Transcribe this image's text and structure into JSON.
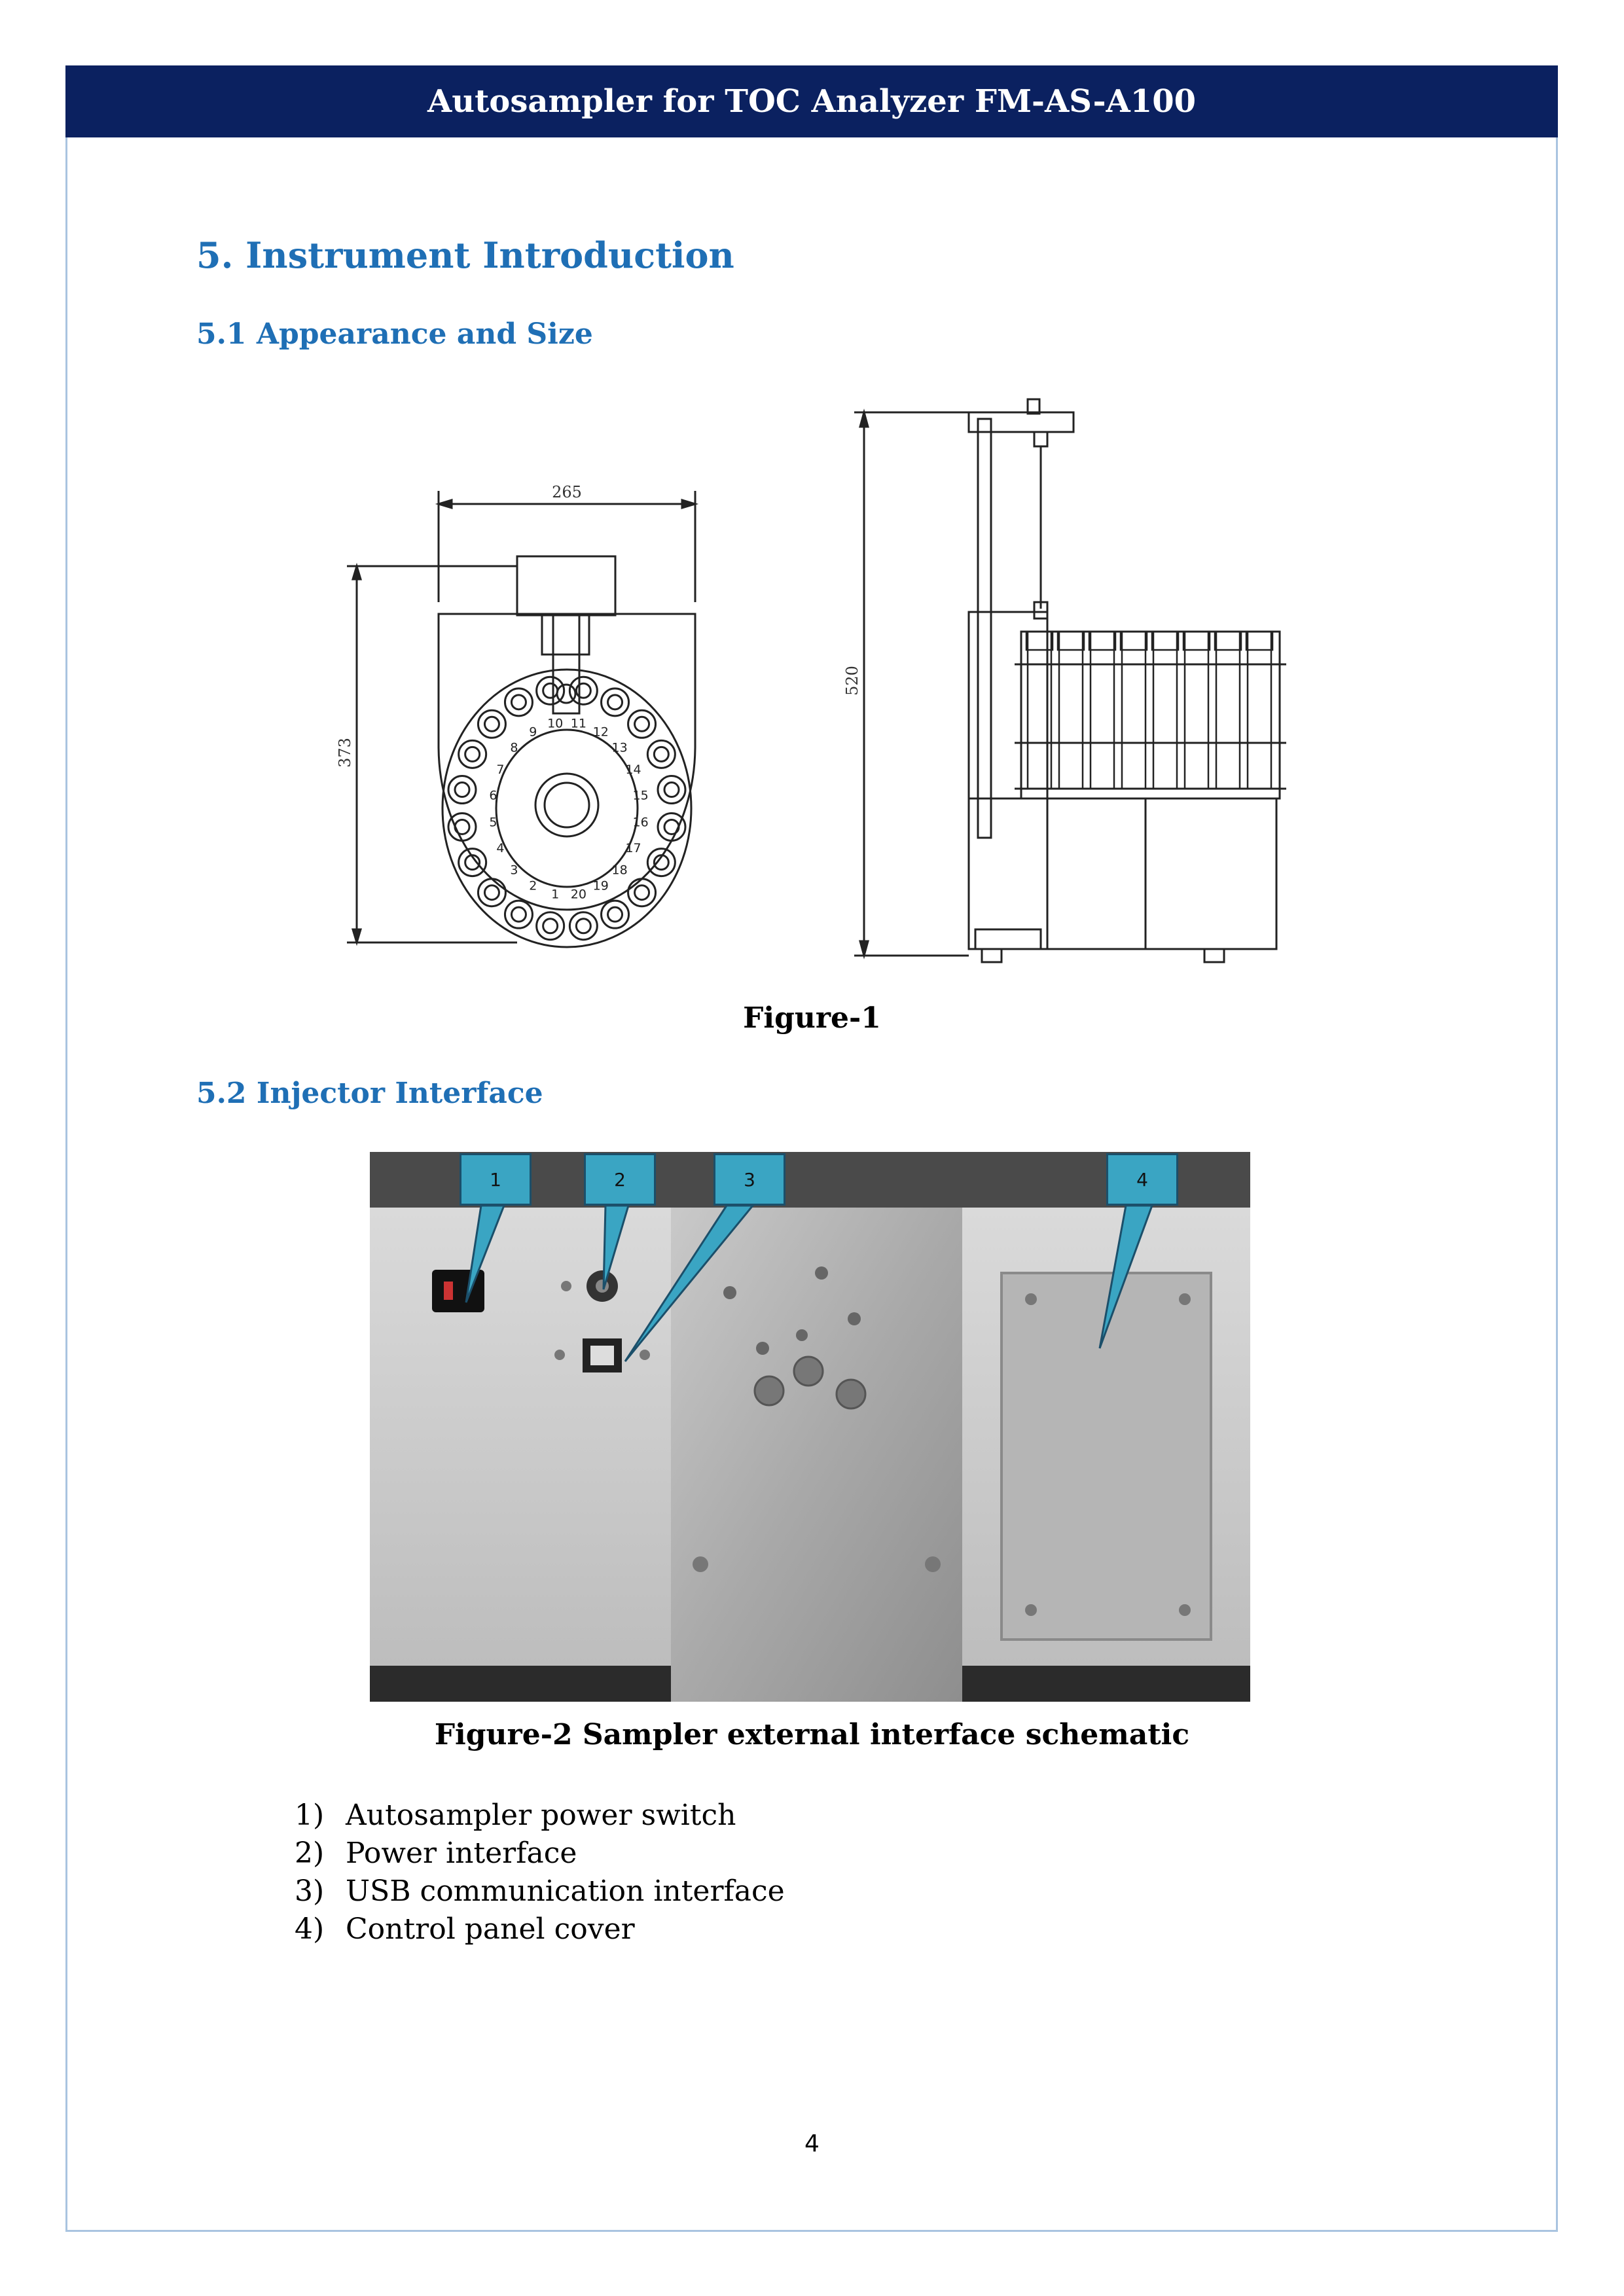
{
  "header": {
    "title": "Autosampler for TOC Analyzer FM-AS-A100"
  },
  "section": {
    "title": "5.  Instrument Introduction",
    "sub1": "5.1  Appearance and Size",
    "sub2": "5.2  Injector Interface"
  },
  "figure1": {
    "caption": "Figure-1",
    "dim_width": "265",
    "dim_depth": "373",
    "dim_height": "520",
    "tray_numbers": [
      "1",
      "2",
      "3",
      "4",
      "5",
      "6",
      "7",
      "8",
      "9",
      "10",
      "11",
      "12",
      "13",
      "14",
      "15",
      "16",
      "17",
      "18",
      "19",
      "20"
    ]
  },
  "figure2": {
    "caption": "Figure-2 Sampler external interface schematic",
    "callouts": [
      "1",
      "2",
      "3",
      "4"
    ]
  },
  "interfaces": [
    {
      "num": "1)",
      "label": "Autosampler power switch"
    },
    {
      "num": "2)",
      "label": "Power interface"
    },
    {
      "num": "3)",
      "label": "USB communication interface"
    },
    {
      "num": "4)",
      "label": "Control panel cover"
    }
  ],
  "page": {
    "number": "4"
  }
}
